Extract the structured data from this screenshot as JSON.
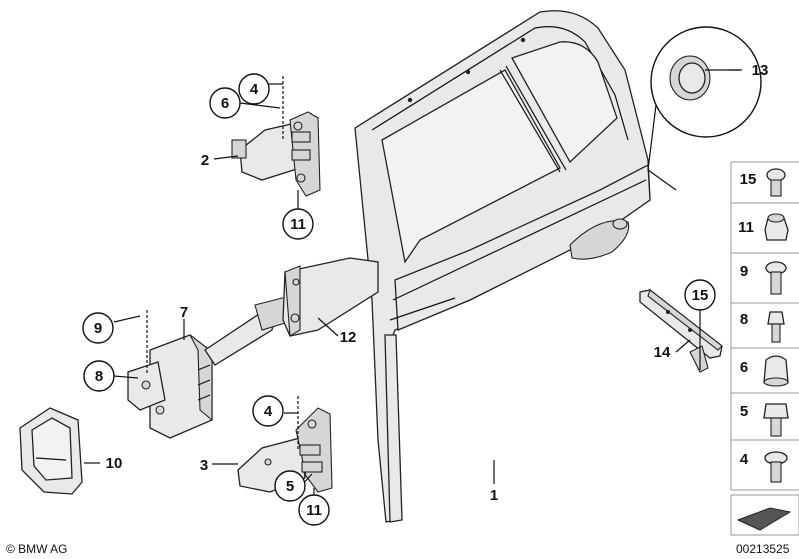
{
  "callouts": {
    "c1": "1",
    "c2": "2",
    "c3": "3",
    "c4a": "4",
    "c4b": "4",
    "c5": "5",
    "c6": "6",
    "c7": "7",
    "c8": "8",
    "c9": "9",
    "c10": "10",
    "c11a": "11",
    "c11b": "11",
    "c12": "12",
    "c13": "13",
    "c14": "14",
    "c15": "15"
  },
  "side_panel": [
    "15",
    "11",
    "9",
    "8",
    "6",
    "5",
    "4"
  ],
  "copyright": "© BMW AG",
  "diagram_number": "00213525"
}
